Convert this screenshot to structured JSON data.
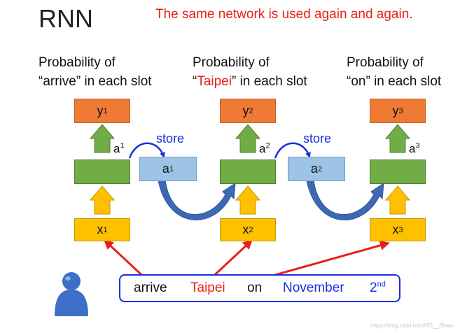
{
  "title": "RNN",
  "subtitle": "The same network is used again and again.",
  "captions": [
    {
      "line1": "Probability of",
      "pre": "“",
      "word": "arrive",
      "post": "” in each slot",
      "word_color": "#111111"
    },
    {
      "line1": "Probability of",
      "pre": "“",
      "word": "Taipei",
      "post": "” in each slot",
      "word_color": "#e8201a"
    },
    {
      "line1": "Probability of",
      "pre": "“",
      "word": "on",
      "post": "” in each slot",
      "word_color": "#111111"
    }
  ],
  "outputs": [
    {
      "base": "y",
      "sup": "1"
    },
    {
      "base": "y",
      "sup": "2"
    },
    {
      "base": "y",
      "sup": "3"
    }
  ],
  "inputs": [
    {
      "base": "x",
      "sup": "1"
    },
    {
      "base": "x",
      "sup": "2"
    },
    {
      "base": "x",
      "sup": "3"
    }
  ],
  "hidden_labels": [
    {
      "base": "a",
      "sup": "1"
    },
    {
      "base": "a",
      "sup": "2"
    },
    {
      "base": "a",
      "sup": "3"
    }
  ],
  "memory": [
    {
      "base": "a",
      "sup": "1"
    },
    {
      "base": "a",
      "sup": "2"
    }
  ],
  "store_label": "store",
  "sentence": [
    {
      "text": "arrive",
      "sup": "",
      "color": "#111111"
    },
    {
      "text": "Taipei",
      "sup": "",
      "color": "#e8201a"
    },
    {
      "text": "on",
      "sup": "",
      "color": "#111111"
    },
    {
      "text": "November",
      "sup": "",
      "color": "#1a2ee0"
    },
    {
      "text": "2",
      "sup": "nd",
      "color": "#1a2ee0"
    }
  ],
  "watermark": "https://blog.csdn.net/ATS__Shaw",
  "colors": {
    "output": "#ee7a33",
    "input": "#ffc000",
    "hidden": "#70ad47",
    "memory": "#9dc3e6",
    "arrow_green": "#70ad47",
    "arrow_yellow": "#ffc000",
    "arrow_red": "#e8201a",
    "store_arrow": "#1a2ee0",
    "curved_arrow": "#3c69b4"
  },
  "icons": [
    "user-icon"
  ]
}
